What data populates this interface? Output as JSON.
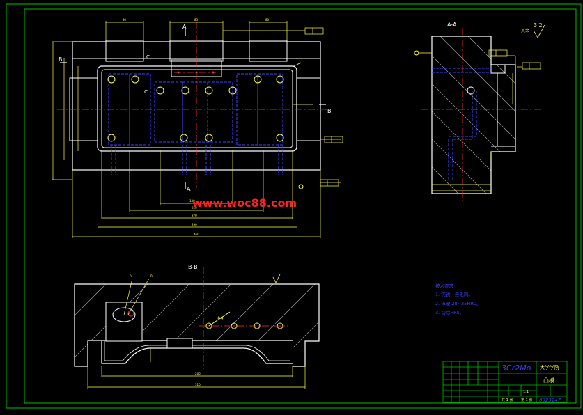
{
  "drawing": {
    "section_labels": {
      "aa": "A-A",
      "bb": "B-B",
      "a_top": "A",
      "a_bottom": "A",
      "b_left": "B",
      "b_right": "B"
    },
    "leader_labels": {
      "c1": "C",
      "c2": "C",
      "roughness": "3.2"
    },
    "watermark": "www.woc88.com"
  },
  "tech_requirements": {
    "title": "技术要求",
    "items": [
      "1. 钝锐、去毛刺。",
      "2. 淬硬 28~35HRC。",
      "3. 切除HRS。"
    ]
  },
  "title_block": {
    "material": "3Cr2Mo",
    "school": "大学学院",
    "part_name": "凸模",
    "drawing_no": "0923247",
    "scale": "1:1",
    "sheet_label": "共 1 张",
    "page_label": "第 1 张"
  },
  "colors": {
    "frame": "#00c000",
    "outline": "#ffffff",
    "dimension": "#ffff40",
    "hidden": "#4040ff",
    "center": "#ff3030",
    "hatch": "#c0c0c0",
    "watermark": "#ff2020"
  }
}
